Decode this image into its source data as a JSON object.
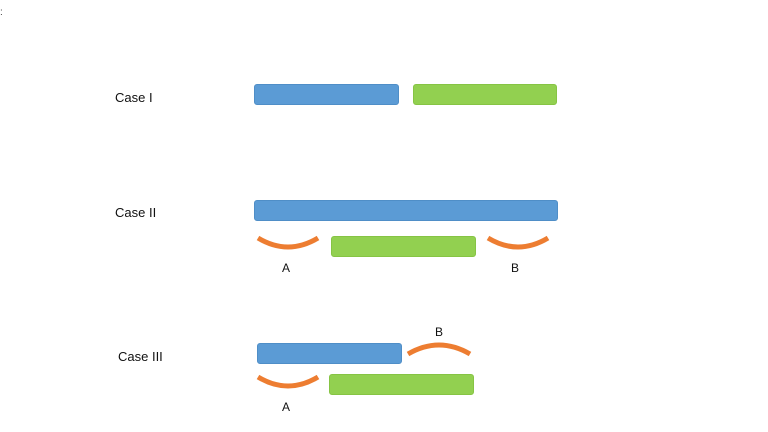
{
  "corner_mark": ":",
  "colors": {
    "bar_blue": "#5b9bd5",
    "bar_green": "#92d050",
    "arc_orange": "#ed7d31"
  },
  "cases": [
    {
      "label": "Case I"
    },
    {
      "label": "Case II",
      "arc_labels": [
        "A",
        "B"
      ]
    },
    {
      "label": "Case III",
      "arc_labels": [
        "A",
        "B"
      ]
    }
  ]
}
